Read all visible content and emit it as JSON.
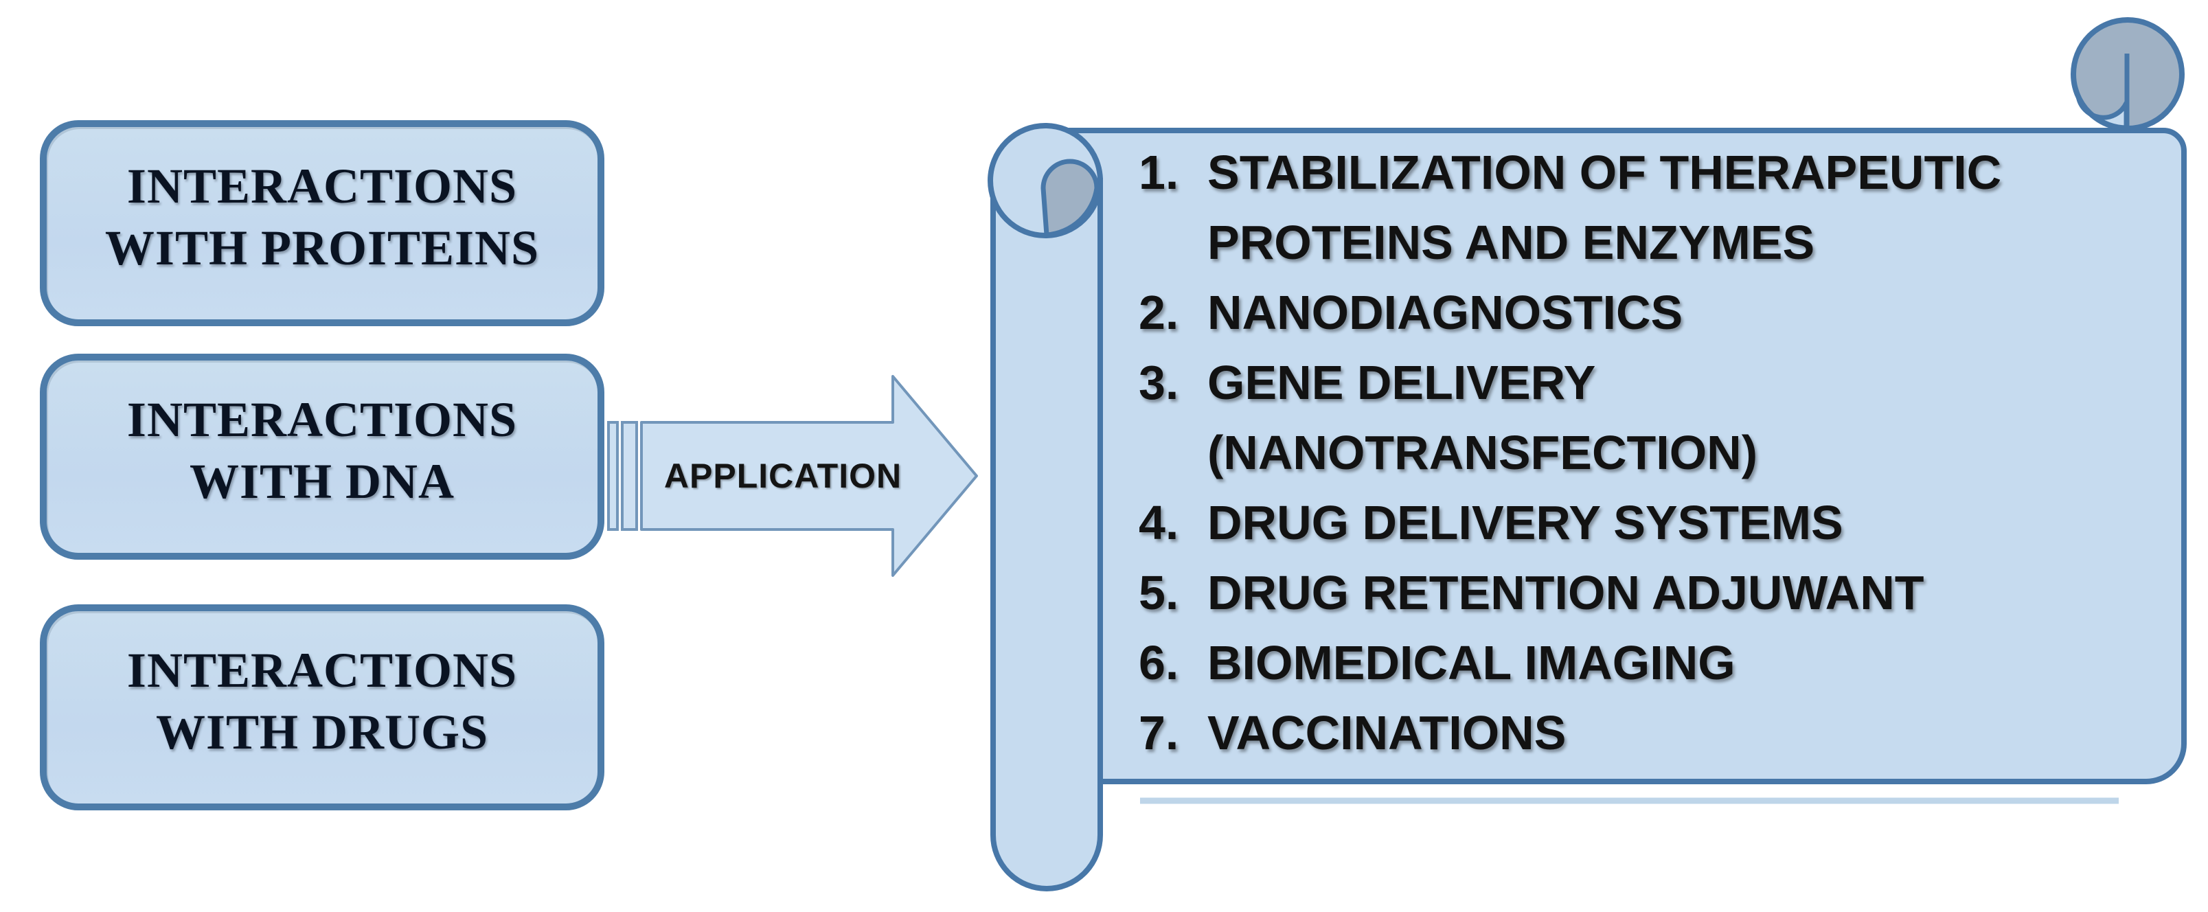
{
  "boxes": [
    {
      "line1": "INTERACTIONS",
      "line2": "WITH PROITEINS"
    },
    {
      "line1": "INTERACTIONS",
      "line2": "WITH DNA"
    },
    {
      "line1": "INTERACTIONS",
      "line2": "WITH DRUGS"
    }
  ],
  "arrow": {
    "label": "APPLICATION"
  },
  "scroll": {
    "items": [
      {
        "number": "1.",
        "lines": [
          "STABILIZATION OF THERAPEUTIC",
          "PROTEINS AND ENZYMES"
        ]
      },
      {
        "number": "2.",
        "lines": [
          "NANODIAGNOSTICS"
        ]
      },
      {
        "number": "3.",
        "lines": [
          "GENE DELIVERY",
          "(NANOTRANSFECTION)"
        ]
      },
      {
        "number": "4.",
        "lines": [
          "DRUG DELIVERY SYSTEMS"
        ]
      },
      {
        "number": "5.",
        "lines": [
          "DRUG RETENTION ADJUWANT"
        ]
      },
      {
        "number": "6.",
        "lines": [
          "BIOMEDICAL IMAGING"
        ]
      },
      {
        "number": "7.",
        "lines": [
          "VACCINATIONS"
        ]
      }
    ]
  },
  "colors": {
    "boxFill": "#c7dbef",
    "boxStroke": "#4d7ca9",
    "arrowFill": "#cde0f2",
    "arrowStroke": "#7296ba",
    "scrollFill": "#c6dbef",
    "scrollStroke": "#4777a8",
    "curlGray": "#9fb1c4",
    "shadowBlue": "#b7d0e7",
    "boxText": "#0a1322",
    "listText": "#121212"
  }
}
